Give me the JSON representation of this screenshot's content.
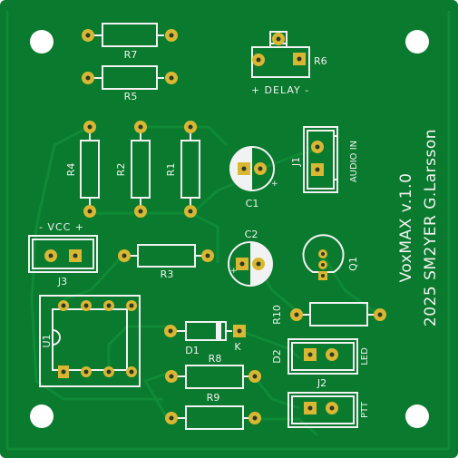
{
  "board": {
    "board_color": "#0a7a2e",
    "trace_color": "#0f8a36",
    "silk_color": "#f2f2f2",
    "pad_color": "#d9b733",
    "pad_hole_color": "#2a3a2a",
    "hole_color": "#ffffff"
  },
  "labels": {
    "r7": "R7",
    "r5": "R5",
    "r6": "R6",
    "delay": "+ DELAY -",
    "r4": "R4",
    "r2": "R2",
    "r1": "R1",
    "c1": "C1",
    "j1": "J1",
    "audio_in": "AUDIO IN",
    "vcc": "- VCC +",
    "j3": "J3",
    "c2": "C2",
    "r3": "R3",
    "q1": "Q1",
    "u1": "U1",
    "d1": "D1",
    "k": "K",
    "r10": "R10",
    "d2": "D2",
    "led": "LED",
    "r8": "R8",
    "j2": "J2",
    "r9": "R9",
    "ptt": "PTT",
    "title_line1": "VoxMAX v.1.0",
    "title_line2": "2025 SM2YER G.Larsson"
  }
}
